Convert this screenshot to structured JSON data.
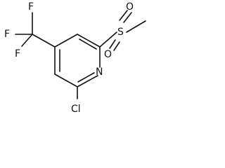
{
  "molecule": {
    "atoms": {
      "fluorine_top": "F",
      "fluorine_left": "F",
      "fluorine_bottom": "F",
      "sulfur": "S",
      "oxygen_upper": "O",
      "oxygen_lower": "O",
      "nitrogen": "N",
      "chlorine": "Cl"
    }
  }
}
